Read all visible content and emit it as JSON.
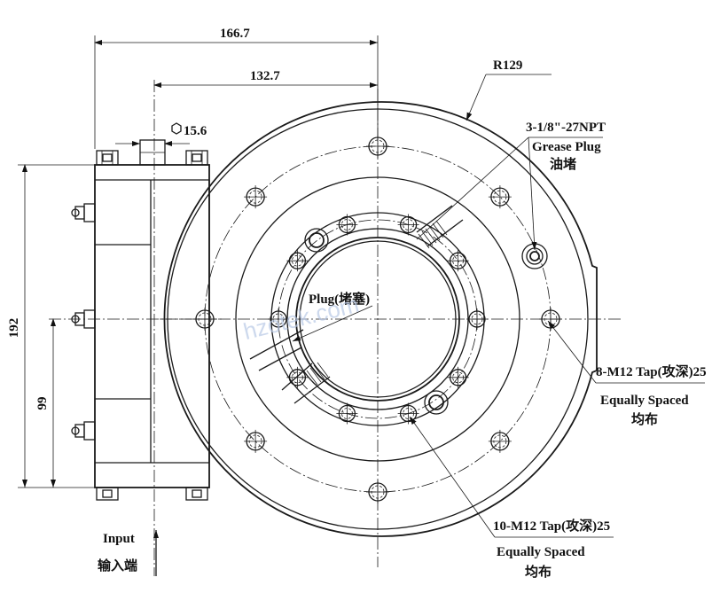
{
  "dimensions": {
    "overall_width": "166.7",
    "center_offset": "132.7",
    "hex_size": "15.6",
    "height": "192",
    "half_height": "99",
    "outer_radius": "R129"
  },
  "callouts": {
    "grease_plug_spec": "3-1/8\"-27NPT",
    "grease_plug_en": "Grease Plug",
    "grease_plug_cn": "油堵",
    "plug_label": "Plug(堵塞)",
    "tap_8_spec": "8-M12 Tap(攻深)25",
    "tap_8_en": "Equally Spaced",
    "tap_8_cn": "均布",
    "tap_10_spec": "10-M12 Tap(攻深)25",
    "tap_10_en": "Equally Spaced",
    "tap_10_cn": "均布"
  },
  "input": {
    "label_en": "Input",
    "label_cn": "输入端"
  },
  "watermark": "hzotek.com"
}
